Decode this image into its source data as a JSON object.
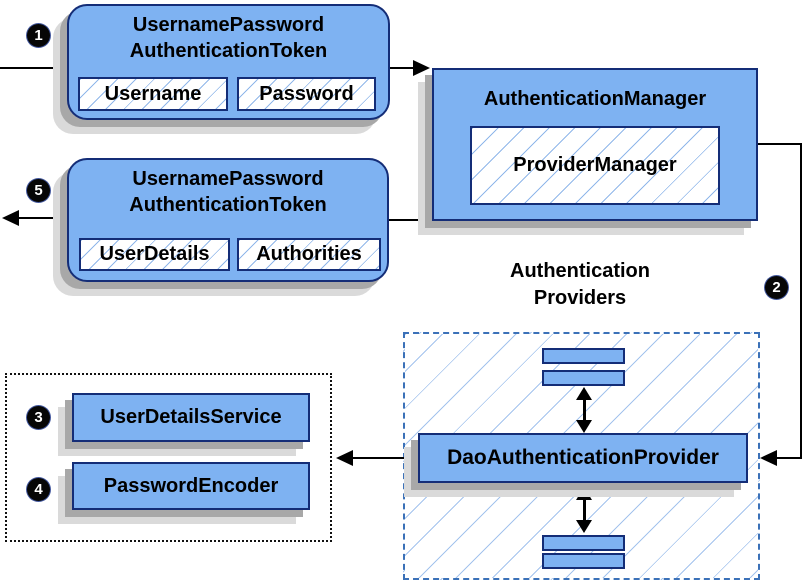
{
  "steps": [
    "1",
    "2",
    "3",
    "4",
    "5"
  ],
  "request_token": {
    "title": [
      "UsernamePassword",
      "AuthenticationToken"
    ],
    "fields": [
      "Username",
      "Password"
    ]
  },
  "authentication_manager": {
    "title": "AuthenticationManager",
    "inner": "ProviderManager"
  },
  "response_token": {
    "title": [
      "UsernamePassword",
      "AuthenticationToken"
    ],
    "fields": [
      "UserDetails",
      "Authorities"
    ]
  },
  "providers": {
    "title": [
      "Authentication",
      "Providers"
    ],
    "main": "DaoAuthenticationProvider"
  },
  "services": {
    "user_details_service": "UserDetailsService",
    "password_encoder": "PasswordEncoder"
  },
  "colors": {
    "box_fill": "#7eb2f2",
    "box_border": "#142d77",
    "shadow_dark": "#a8a8a8",
    "shadow_light": "#dadada",
    "hatch_line": "#7daae6",
    "dashed_border": "#3b71b8",
    "connector": "#000000"
  }
}
